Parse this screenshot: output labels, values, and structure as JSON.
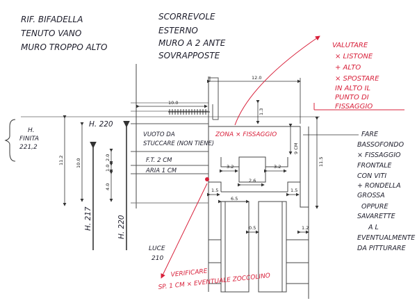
{
  "header": {
    "left": [
      "RIF. BIFADELLA",
      "TENUTO VANO",
      "MURO TROPPO ALTO"
    ],
    "center": [
      "SCORREVOLE",
      "ESTERNO",
      "MURO A 2 ANTE",
      "SOVRAPPOSTE"
    ]
  },
  "notes_red_top": [
    "VALUTARE",
    "× LISTONE",
    "+ ALTO",
    "× SPOSTARE",
    "IN ALTO IL",
    "PUNTO DI",
    "FISSAGGIO"
  ],
  "notes_right": [
    "FARE",
    "BASSOFONDO",
    "× FISSAGGIO",
    "FRONTALE",
    "CON VITI",
    "+ RONDELLA",
    "GROSSA",
    "OPPURE",
    "SAVARETTE",
    "A L",
    "EVENTUALMENTE",
    "DA PITTURARE"
  ],
  "notes_red_bottom": [
    "VERIFICARE",
    "SP. 1 CM × EVENTUALE ZOCCOLINO"
  ],
  "labels": {
    "h_finita_h": "H.",
    "h_finita_word": "FINITA",
    "h_finita_val": "221,2",
    "h220_top": "H. 220",
    "vuoto_1": "VUOTO DA",
    "vuoto_2": "STUCCARE (NON TIENE)",
    "ft": "F.T. 2 CM",
    "aria": "ARIA 1 CM",
    "h217": "H. 217",
    "h220_side": "H. 220",
    "luce_1": "LUCE",
    "luce_2": "210",
    "zona": "ZONA × FISSAGGIO"
  },
  "dimensions": {
    "d10_top": "10.0",
    "d12": "12.0",
    "d1_3": "1.3",
    "d11_2": "11.2",
    "d10_left": "10.0",
    "d2_0": "2.0",
    "d1_0": "1.0",
    "d4_0": "4.0",
    "d3_2a": "3.2",
    "d3_2b": "3.2",
    "d2_6": "2.6",
    "d1_5a": "1.5",
    "d1_5b": "1.5",
    "d6_5": "6.5",
    "d0_5": "0.5",
    "d1_2": "1.2",
    "d11_5": "11.5",
    "d9_cm": "9 CM"
  }
}
